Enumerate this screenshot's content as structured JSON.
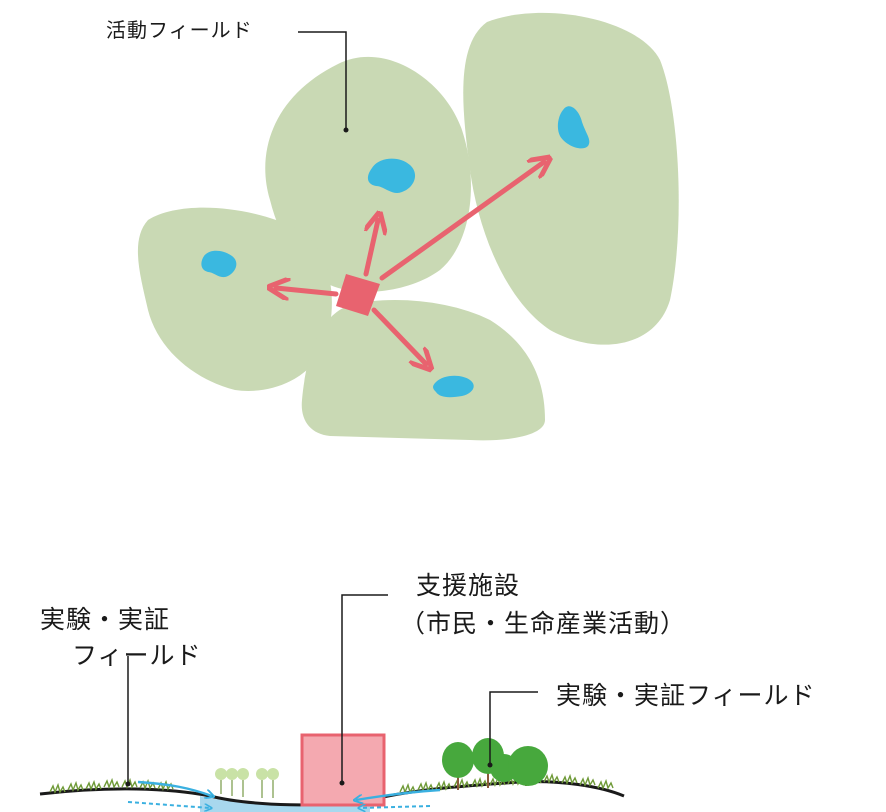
{
  "top_diagram": {
    "field_label": "活動フィールド"
  },
  "bottom_diagram": {
    "support_label_line1": "支援施設",
    "support_label_line2": "（市民・生命産業活動）",
    "left_label_line1": "実験・実証",
    "left_label_line2": "フィールド",
    "right_label": "実験・実証フィールド"
  },
  "colors": {
    "field_green": "#c9d9b4",
    "water_blue": "#3ab8e0",
    "arrow_red": "#e8636f",
    "facility_pink": "#f4a9b0",
    "tree_green": "#47a83d",
    "light_tree": "#c9e2a6",
    "flow_blue": "#3ab0e0"
  }
}
